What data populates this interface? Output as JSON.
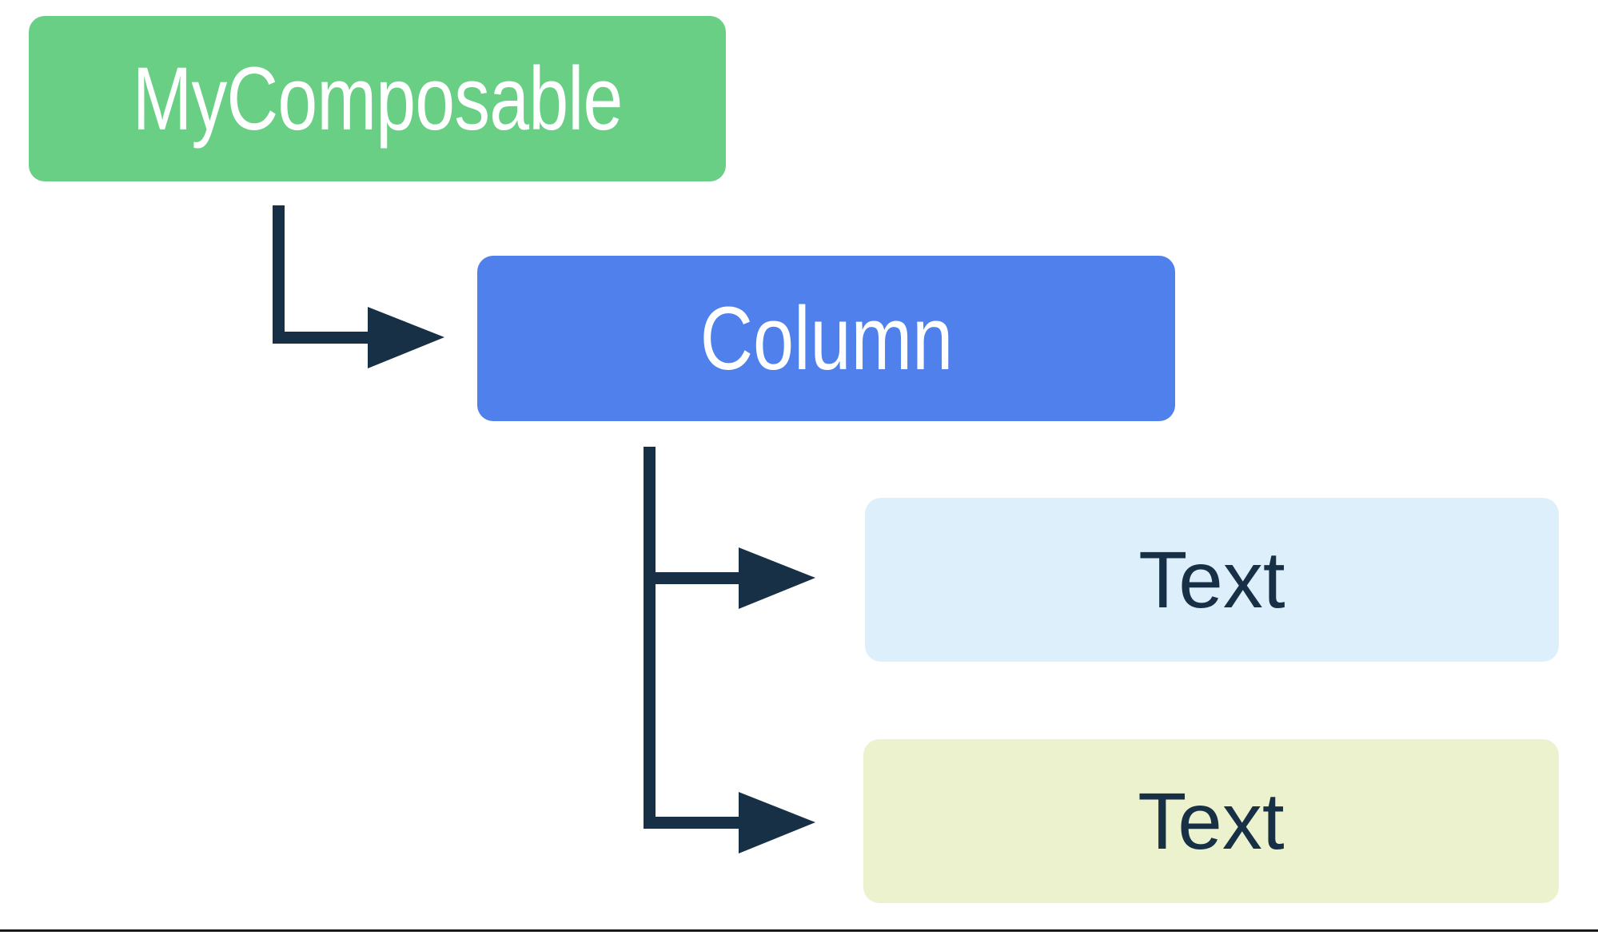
{
  "diagram": {
    "title": "Composable hierarchy tree",
    "background": "#ffffff",
    "connector_color": "#173046",
    "rule_color": "#1a1a1a"
  },
  "nodes": {
    "root": {
      "label": "MyComposable",
      "fill": "#69cf85",
      "text_color": "#ffffff"
    },
    "column": {
      "label": "Column",
      "fill": "#5080eb",
      "text_color": "#ffffff"
    },
    "text_1": {
      "label": "Text",
      "fill": "#deeffc",
      "text_color": "#173046"
    },
    "text_2": {
      "label": "Text",
      "fill": "#ecf2cd",
      "text_color": "#173046"
    }
  },
  "edges": [
    {
      "name": "root-to-column",
      "from": "root",
      "to": "column",
      "style": "elbow-arrow"
    },
    {
      "name": "column-to-text-1",
      "from": "column",
      "to": "text_1",
      "style": "tee-arrow"
    },
    {
      "name": "column-to-text-2",
      "from": "column",
      "to": "text_2",
      "style": "elbow-arrow"
    }
  ]
}
